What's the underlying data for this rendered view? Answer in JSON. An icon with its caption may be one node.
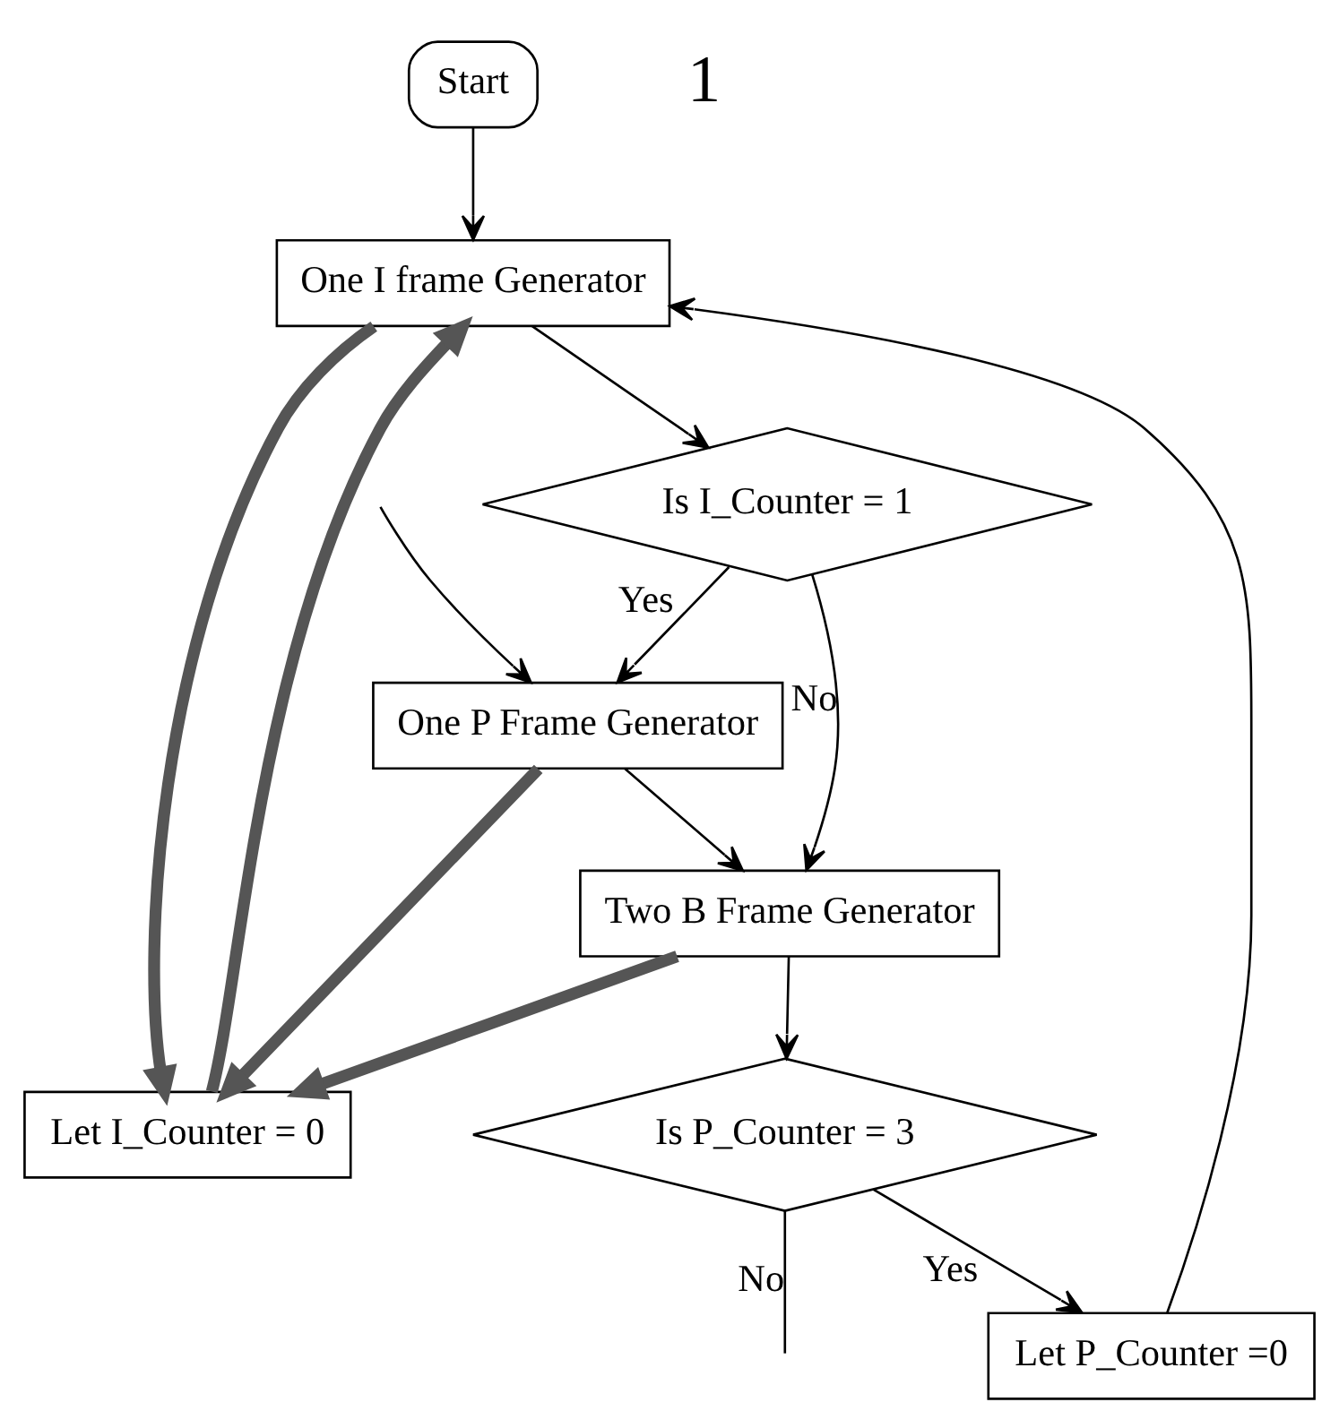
{
  "diagram": {
    "nodes": [
      {
        "text": [
          "Start"
        ]
      },
      {
        "text": [
          "Let I_Counter = 0"
        ]
      },
      {
        "text": [
          "One I frame Generator"
        ]
      },
      {
        "text": [
          "Is I_Counter = 1"
        ]
      },
      {
        "text": [
          "One P Frame Generator"
        ]
      },
      {
        "text": [
          "Let P_Counter =0"
        ]
      },
      {
        "text": [
          "Two B Frame Generator"
        ]
      },
      {
        "text": [
          "Is P_Counter = 3"
        ]
      }
    ],
    "edges": [
      {
        "from": 0,
        "to": 2,
        "arrow": "to"
      },
      {
        "from": 2,
        "to": 1,
        "arrow": "to",
        "style": "thick"
      },
      {
        "from": 1,
        "to": 2,
        "arrow": "to",
        "style": "thick"
      },
      {
        "from": 4,
        "to": 1,
        "arrow": "to",
        "style": "thick"
      },
      {
        "from": 6,
        "to": 1,
        "arrow": "to",
        "style": "thick"
      },
      {
        "from": 2,
        "to": 3,
        "arrow": "to"
      },
      {
        "from": 3,
        "to": 4,
        "arrow": "to",
        "label": "Yes"
      },
      {
        "from": 3,
        "to": 6,
        "arrow": "to",
        "label": "No"
      },
      {
        "from": 4,
        "to": 6,
        "arrow": "to"
      },
      {
        "from": 6,
        "to": 7,
        "arrow": "to"
      },
      {
        "from": 7,
        "to": 5,
        "arrow": "to",
        "label": "Yes"
      },
      {
        "from": 5,
        "to": 2,
        "arrow": "to"
      },
      {
        "from": 7,
        "to": null,
        "arrow": "none",
        "label": "No"
      },
      {
        "from": null,
        "to": 4,
        "arrow": "to"
      }
    ],
    "labels": [
      "1"
    ]
  }
}
